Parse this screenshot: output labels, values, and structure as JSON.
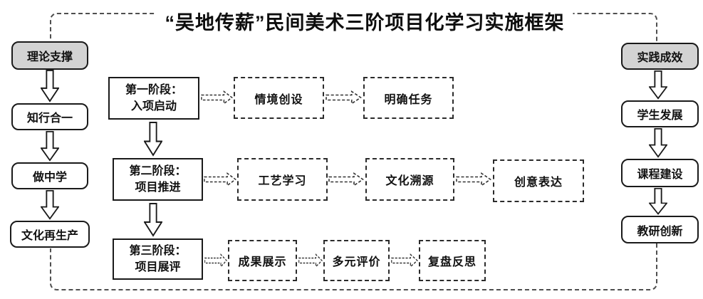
{
  "title": "“吴地传薪”民间美术三阶项目化学习实施框架",
  "left_column": {
    "header": "理论支撑",
    "items": [
      "知行合一",
      "做中学",
      "文化再生产"
    ]
  },
  "right_column": {
    "header": "实践成效",
    "items": [
      "学生发展",
      "课程建设",
      "教研创新"
    ]
  },
  "stages": [
    {
      "name": "第一阶段：",
      "subtitle": "入项启动",
      "steps": [
        "情境创设",
        "明确任务"
      ]
    },
    {
      "name": "第二阶段：",
      "subtitle": "项目推进",
      "steps": [
        "工艺学习",
        "文化溯源",
        "创意表达"
      ]
    },
    {
      "name": "第三阶段：",
      "subtitle": "项目展评",
      "steps": [
        "成果展示",
        "多元评价",
        "复盘反思"
      ]
    }
  ],
  "colors": {
    "header_fill": "#d3d3d3",
    "box_border": "#1a1a1a",
    "frame_dash": "#4f4f4f",
    "background": "#ffffff"
  }
}
